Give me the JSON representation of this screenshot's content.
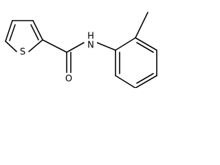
{
  "molecule": {
    "atom_labels": {
      "sulfur": "S",
      "oxygen": "O",
      "amide_nitrogen": "N",
      "amide_hydrogen": "H"
    },
    "colors": {
      "bonds": "#000000",
      "background": "#ffffff"
    }
  }
}
